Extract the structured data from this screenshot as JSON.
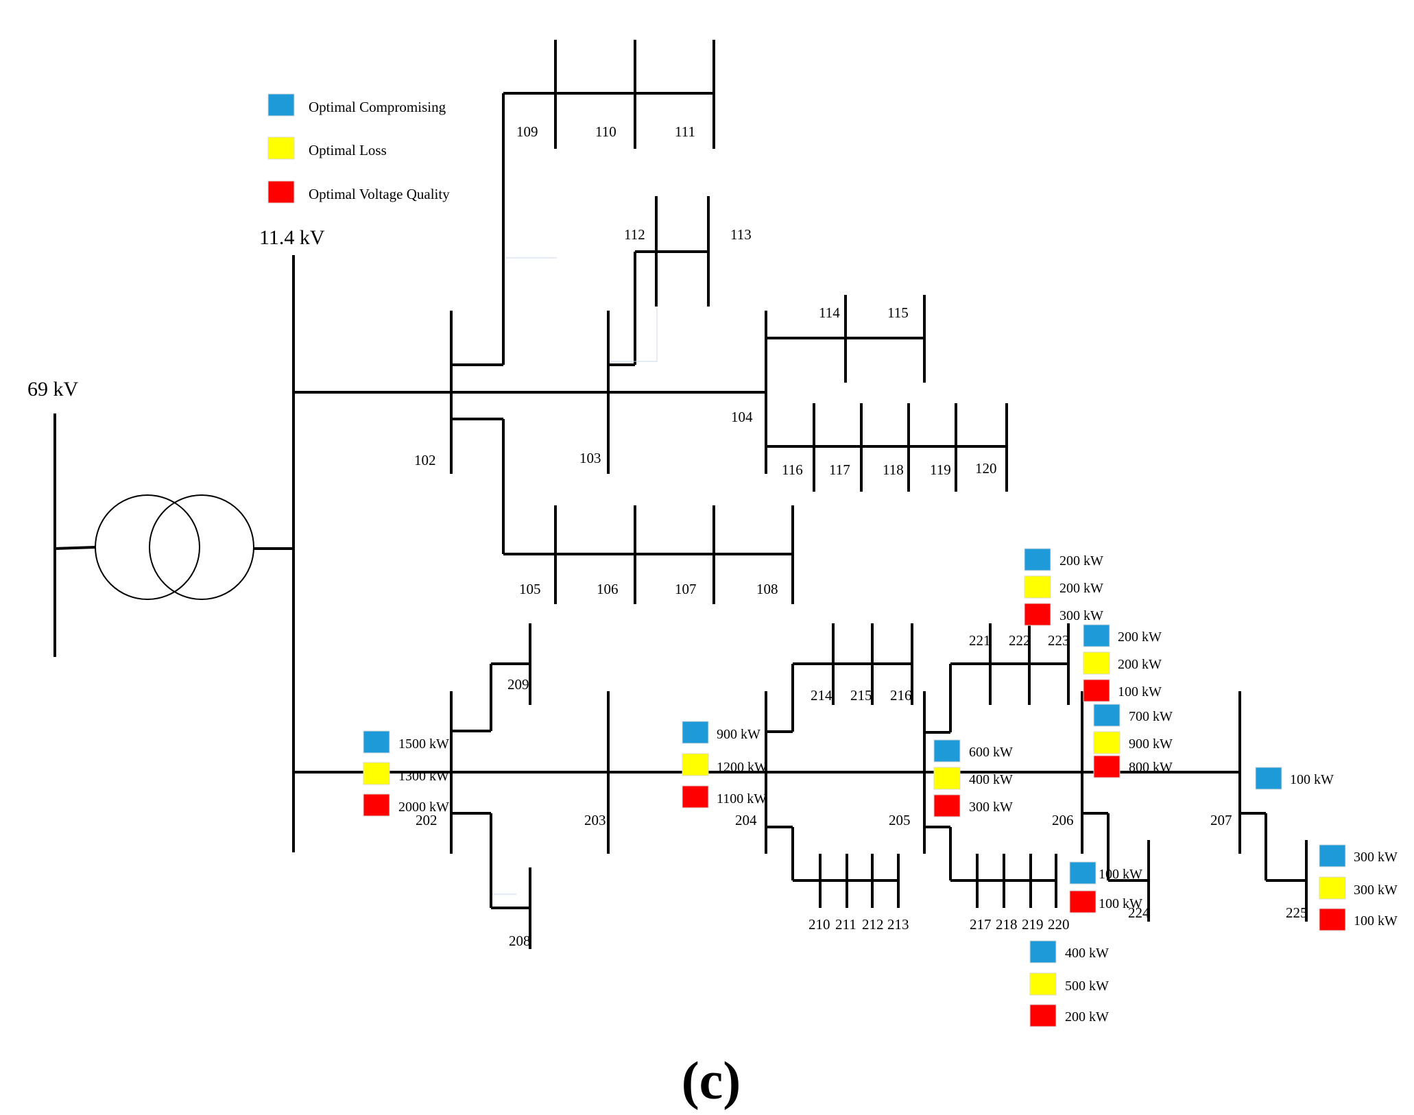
{
  "colors": {
    "compromising": "#1e9ad8",
    "loss": "#ffff00",
    "voltage_quality": "#ff0000"
  },
  "legend": {
    "compromising": "Optimal Compromising",
    "loss": "Optimal Loss",
    "voltage_quality": "Optimal Voltage Quality"
  },
  "voltages": {
    "hv": "69 kV",
    "mv": "11.4 kV"
  },
  "caption": "(c)",
  "buses": {
    "b102": "102",
    "b103": "103",
    "b104": "104",
    "b105": "105",
    "b106": "106",
    "b107": "107",
    "b108": "108",
    "b109": "109",
    "b110": "110",
    "b111": "111",
    "b112": "112",
    "b113": "113",
    "b114": "114",
    "b115": "115",
    "b116": "116",
    "b117": "117",
    "b118": "118",
    "b119": "119",
    "b120": "120",
    "b202": "202",
    "b203": "203",
    "b204": "204",
    "b205": "205",
    "b206": "206",
    "b207": "207",
    "b208": "208",
    "b209": "209",
    "b210": "210",
    "b211": "211",
    "b212": "212",
    "b213": "213",
    "b214": "214",
    "b215": "215",
    "b216": "216",
    "b217": "217",
    "b218": "218",
    "b219": "219",
    "b220": "220",
    "b221": "221",
    "b222": "222",
    "b223": "223",
    "b224": "224",
    "b225": "225"
  },
  "placements": {
    "bus202": {
      "compromising": "1500 kW",
      "loss": "1300 kW",
      "voltage_quality": "2000 kW"
    },
    "bus204": {
      "compromising": "900 kW",
      "loss": "1200 kW",
      "voltage_quality": "1100 kW"
    },
    "bus205": {
      "compromising": "600 kW",
      "loss": "400 kW",
      "voltage_quality": "300 kW"
    },
    "bus223_top": {
      "compromising": "200 kW",
      "loss": "200 kW",
      "voltage_quality": "300 kW"
    },
    "bus223_side": {
      "compromising": "200 kW",
      "loss": "200 kW",
      "voltage_quality": "100 kW"
    },
    "bus206": {
      "compromising": "700 kW",
      "loss": "900 kW",
      "voltage_quality": "800 kW"
    },
    "bus207": {
      "compromising": "100 kW"
    },
    "bus225": {
      "compromising": "300 kW",
      "loss": "300 kW",
      "voltage_quality": "100 kW"
    },
    "bus220": {
      "compromising": "100 kW",
      "voltage_quality": "100 kW"
    },
    "bus219_below": {
      "compromising": "400 kW",
      "loss": "500 kW",
      "voltage_quality": "200 kW"
    }
  }
}
